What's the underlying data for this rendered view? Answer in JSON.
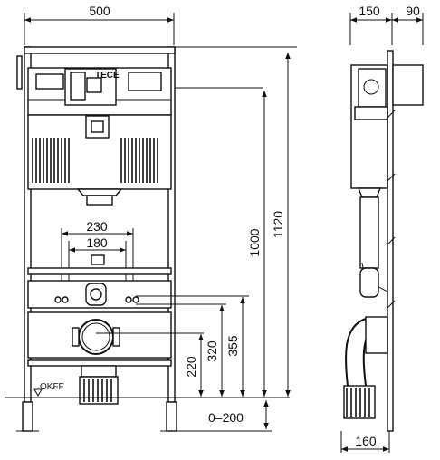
{
  "dimensions": {
    "width_total": "500",
    "side_depth_frame": "150",
    "side_depth_tank": "90",
    "pipe_spacing_outer": "230",
    "pipe_spacing_inner": "180",
    "height_frame": "1120",
    "height_flush_plate": "1000",
    "height_supply": "355",
    "height_drain_center": "320",
    "height_drain_low": "220",
    "adjust_range": "0–200",
    "side_base_depth": "160"
  },
  "labels": {
    "floor_ref": "OKFF",
    "brand": "TECE"
  }
}
